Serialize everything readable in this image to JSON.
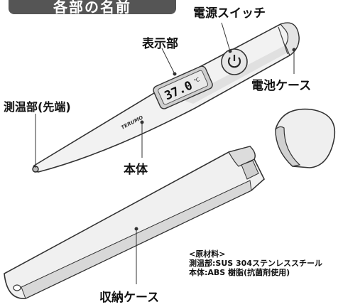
{
  "header": {
    "title": "各部の名前"
  },
  "labels": {
    "power_switch": "電源スイッチ",
    "display": "表示部",
    "battery_case": "電池ケース",
    "probe_tip": "測温部(先端)",
    "body": "本体",
    "storage_case": "収納ケース"
  },
  "device": {
    "lcd_reading": "37.0",
    "lcd_unit": "℃",
    "brand": "TERUMO"
  },
  "materials": {
    "heading": "<原材料>",
    "line1": "測温部:SUS 304ステンレススチール",
    "line2": "本体:ABS 樹脂(抗菌剤使用)"
  }
}
